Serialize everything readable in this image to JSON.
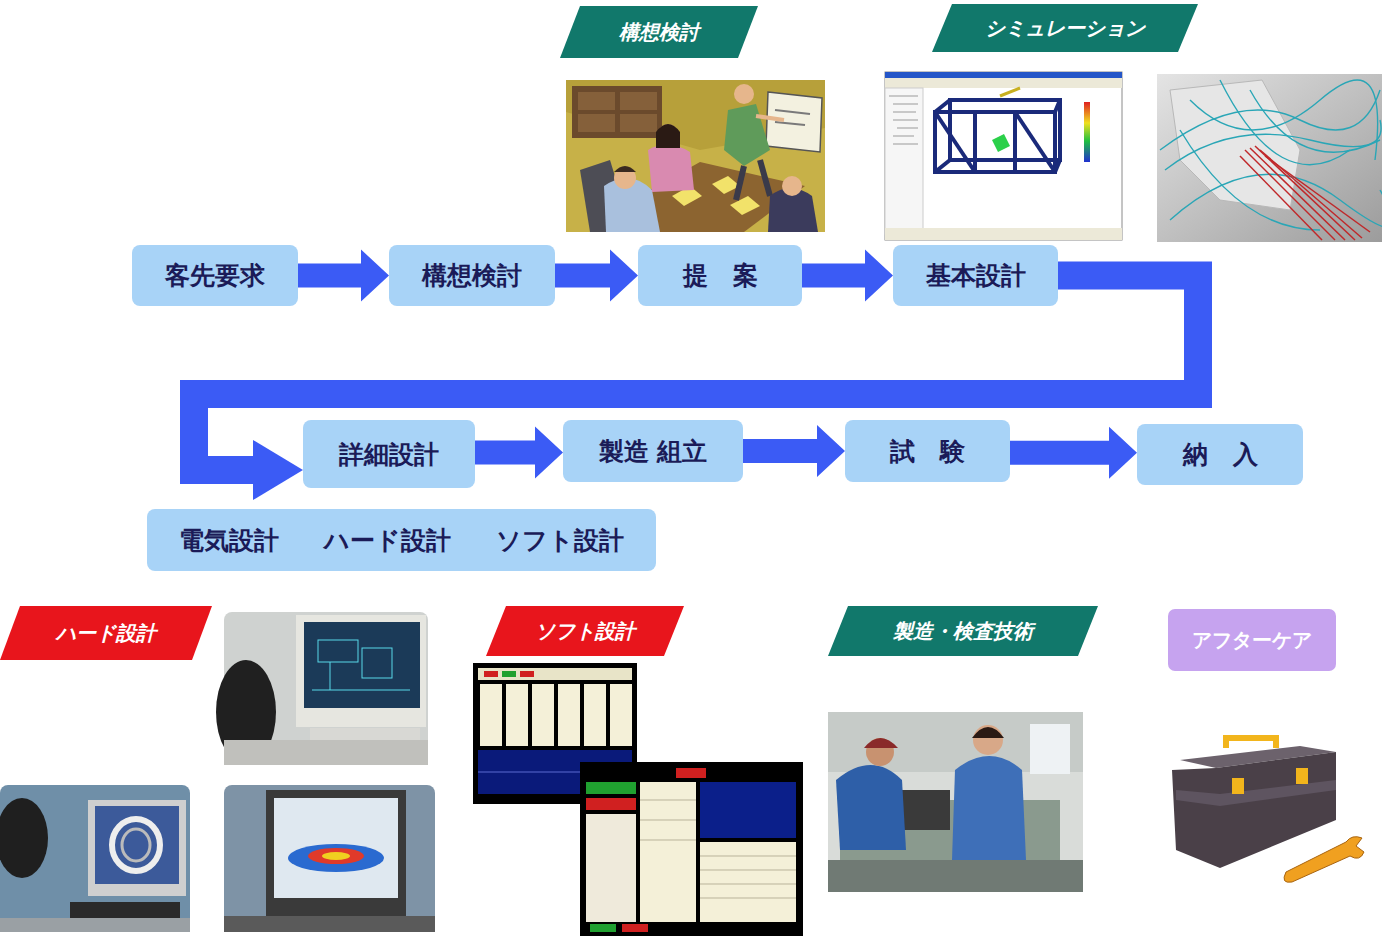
{
  "diagram": {
    "nodes": [
      {
        "text": [
          "構想検討"
        ]
      },
      {
        "text": [
          "シミュレーション"
        ]
      },
      {
        "text": [
          "客先要求"
        ]
      },
      {
        "text": [
          "構想検討"
        ]
      },
      {
        "text": [
          "提　案"
        ]
      },
      {
        "text": [
          "基本設計"
        ]
      },
      {
        "text": [
          "詳細設計"
        ]
      },
      {
        "text": [
          "製造 組立"
        ]
      },
      {
        "text": [
          "試　験"
        ]
      },
      {
        "text": [
          "納　入"
        ]
      },
      {
        "text": [
          "電気設計",
          "ハード設計",
          "ソフト設計"
        ]
      },
      {
        "text": [
          "ハード設計"
        ]
      },
      {
        "text": [
          "ソフト設計"
        ]
      },
      {
        "text": [
          "製造・検査技術"
        ]
      },
      {
        "text": [
          "アフターケア"
        ]
      }
    ],
    "edges": [
      {
        "from": 2,
        "to": 3,
        "arrow": "to"
      },
      {
        "from": 3,
        "to": 4,
        "arrow": "to"
      },
      {
        "from": 4,
        "to": 5,
        "arrow": "to"
      },
      {
        "from": 5,
        "to": 6,
        "arrow": "to"
      },
      {
        "from": 6,
        "to": 7,
        "arrow": "to"
      },
      {
        "from": 7,
        "to": 8,
        "arrow": "to"
      },
      {
        "from": 8,
        "to": 9,
        "arrow": "to"
      }
    ]
  }
}
